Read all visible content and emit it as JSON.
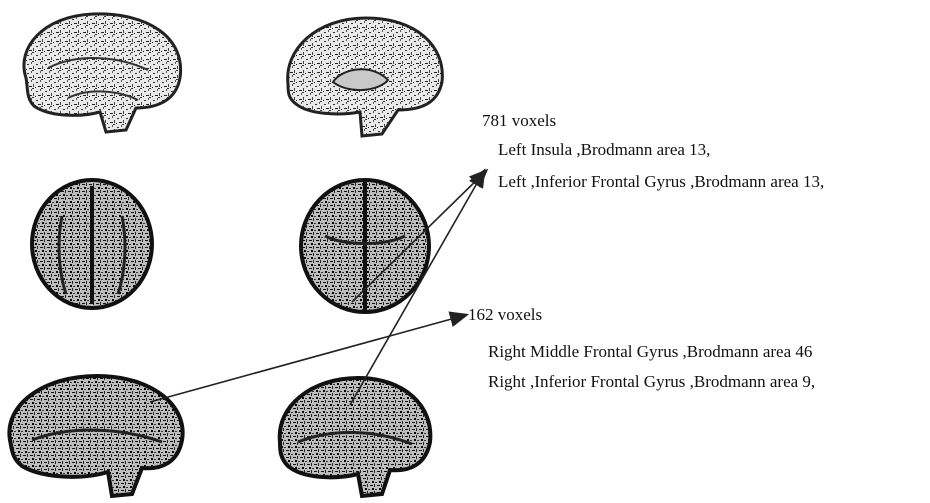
{
  "clusters": [
    {
      "voxels": "781 voxels",
      "regions": [
        "Left Insula ,Brodmann area 13,",
        "Left ,Inferior Frontal Gyrus ,Brodmann area 13,"
      ]
    },
    {
      "voxels": "162 voxels",
      "regions": [
        "Right Middle Frontal Gyrus ,Brodmann area 46",
        "Right ,Inferior Frontal Gyrus ,Brodmann area 9,"
      ]
    }
  ]
}
